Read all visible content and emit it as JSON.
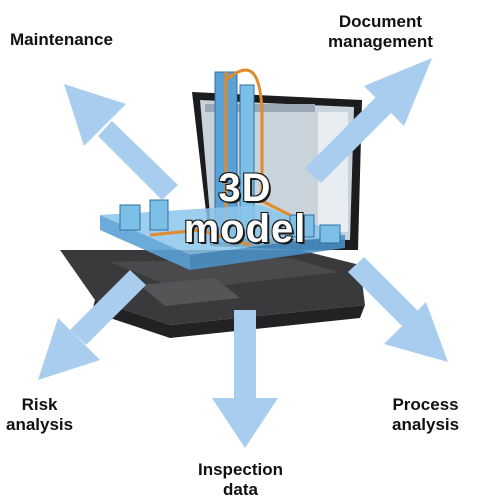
{
  "diagram": {
    "center": {
      "line1": "3D",
      "line2": "model"
    },
    "nodes": {
      "maintenance": {
        "lines": [
          "Maintenance"
        ]
      },
      "document_management": {
        "lines": [
          "Document",
          "management"
        ]
      },
      "risk_analysis": {
        "lines": [
          "Risk",
          "analysis"
        ]
      },
      "inspection_data": {
        "lines": [
          "Inspection",
          "data"
        ]
      },
      "process_analysis": {
        "lines": [
          "Process",
          "analysis"
        ]
      }
    },
    "colors": {
      "arrow": "#a8cdee",
      "laptop_body": "#2e2e30",
      "screen_bezel": "#1c1c1e",
      "plant_blue": "#6fb2de",
      "plant_orange": "#e08a2c"
    }
  }
}
